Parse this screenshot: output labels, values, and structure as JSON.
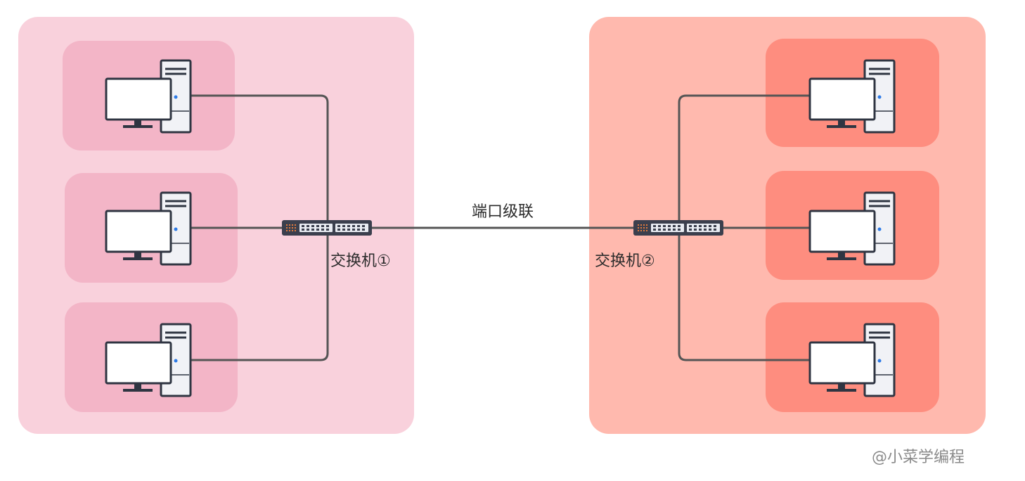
{
  "diagram": {
    "link_label": "端口级联",
    "switch1_label": "交换机①",
    "switch2_label": "交换机②",
    "watermark": "@小菜学编程",
    "group1": {
      "hosts": 3,
      "group_color": "#f9d1dc",
      "host_color": "#f3b5c7"
    },
    "group2": {
      "hosts": 3,
      "group_color": "#ffb9ae",
      "host_color": "#fe8d7f"
    },
    "colors": {
      "wire": "#555555",
      "switch_body": "#3b3f4d",
      "monitor_frame": "#2f3542",
      "screen": "#ffffff",
      "power_led": "#2e7be6"
    }
  }
}
